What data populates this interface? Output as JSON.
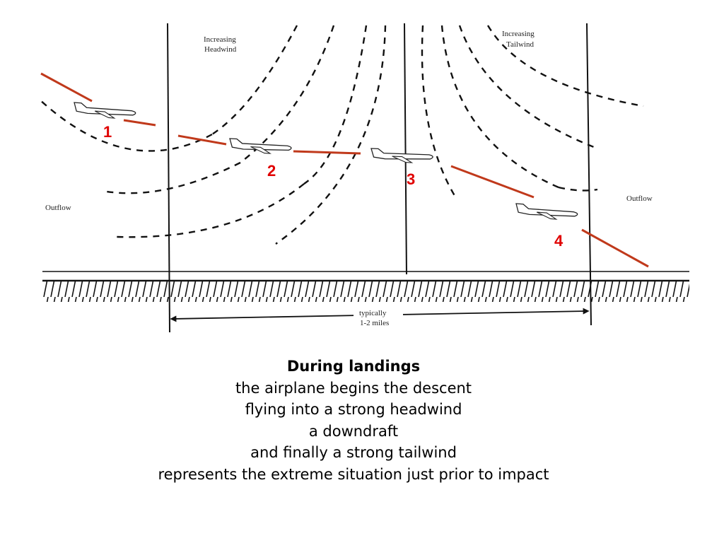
{
  "labels": {
    "headwind_line1": "Increasing",
    "headwind_line2": "Headwind",
    "tailwind_line1": "Increasing",
    "tailwind_line2": "Tailwind",
    "outflow_left": "Outflow",
    "outflow_right": "Outflow",
    "distance_line1": "typically",
    "distance_line2": "1-2 miles"
  },
  "positions": {
    "p1": "1",
    "p2": "2",
    "p3": "3",
    "p4": "4"
  },
  "colors": {
    "flight_path": "#c0391b",
    "position_numbers": "#e00000"
  },
  "caption": {
    "title": "During landings",
    "lines": [
      "the airplane begins the descent",
      "flying into a strong headwind",
      "a downdraft",
      "and finally a strong tailwind",
      "represents the extreme situation just prior to impact"
    ]
  }
}
